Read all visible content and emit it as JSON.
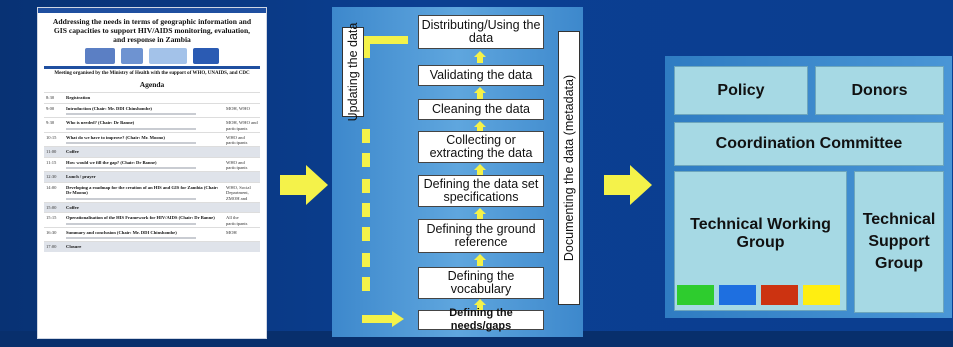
{
  "agenda_doc": {
    "title": "Addressing the needs in terms of geographic information and GIS capacities to support HIV/AIDS monitoring, evaluation, and response in Zambia",
    "meeting_line": "Meeting organised by the Ministry of Health with the support of WHO, UNAIDS, and CDC",
    "agenda_heading": "Agenda",
    "rows": [
      {
        "time": "8:30",
        "item": "Registration",
        "who": "",
        "shaded": false
      },
      {
        "time": "9:00",
        "item": "Introduction (Chair: Mr. DDI Chinshombe)",
        "who": "MOH, WHO",
        "shaded": false
      },
      {
        "time": "9:30",
        "item": "Who is needed? (Chair: Dr Banne)",
        "who": "MOH, WHO and participants",
        "shaded": false
      },
      {
        "time": "10:15",
        "item": "What do we have to improve? (Chair: Mr. Moono)",
        "who": "WHO and participants",
        "shaded": false
      },
      {
        "time": "11:00",
        "item": "Coffee",
        "who": "",
        "shaded": true
      },
      {
        "time": "11:15",
        "item": "How would we fill the gap? (Chair: Dr Banne)",
        "who": "WHO and participants",
        "shaded": false
      },
      {
        "time": "12:30",
        "item": "Lunch / prayer",
        "who": "",
        "shaded": true
      },
      {
        "time": "14:00",
        "item": "Developing a roadmap for the creation of an HIS and GIS for Zambia (Chair: Dr Moono)",
        "who": "WHO, Social Department, ZMOH and participants",
        "shaded": false
      },
      {
        "time": "15:00",
        "item": "Coffee",
        "who": "",
        "shaded": true
      },
      {
        "time": "15:15",
        "item": "Operationalisation of the HIS Framework for HIV/AIDS (Chair: Dr Banne)",
        "who": "All the participants",
        "shaded": false
      },
      {
        "time": "16:30",
        "item": "Summary and conclusion (Chair: Mr. DDI Chinshombe)",
        "who": "MOH",
        "shaded": false
      },
      {
        "time": "17:00",
        "item": "Closure",
        "who": "",
        "shaded": true
      }
    ]
  },
  "process": {
    "left_vertical_label": "Updating the data",
    "right_vertical_label": "Documenting the data (metadata)",
    "steps": [
      "Distributing/Using the data",
      "Validating the data",
      "Cleaning the data",
      "Collecting or extracting the data",
      "Defining the data set specifications",
      "Defining the ground reference",
      "Defining the vocabulary",
      "Defining the needs/gaps"
    ]
  },
  "org": {
    "policy": "Policy",
    "donors": "Donors",
    "coordination": "Coordination Committee",
    "twg": "Technical Working Group",
    "tsg": "Technical Support Group",
    "swatch_colors": [
      "#2ecc2e",
      "#1e6fe0",
      "#cc3311",
      "#ffee11"
    ]
  },
  "colors": {
    "background": "#0a3a86",
    "arrow": "#f4f24a",
    "org_box": "#a6d9e4"
  }
}
